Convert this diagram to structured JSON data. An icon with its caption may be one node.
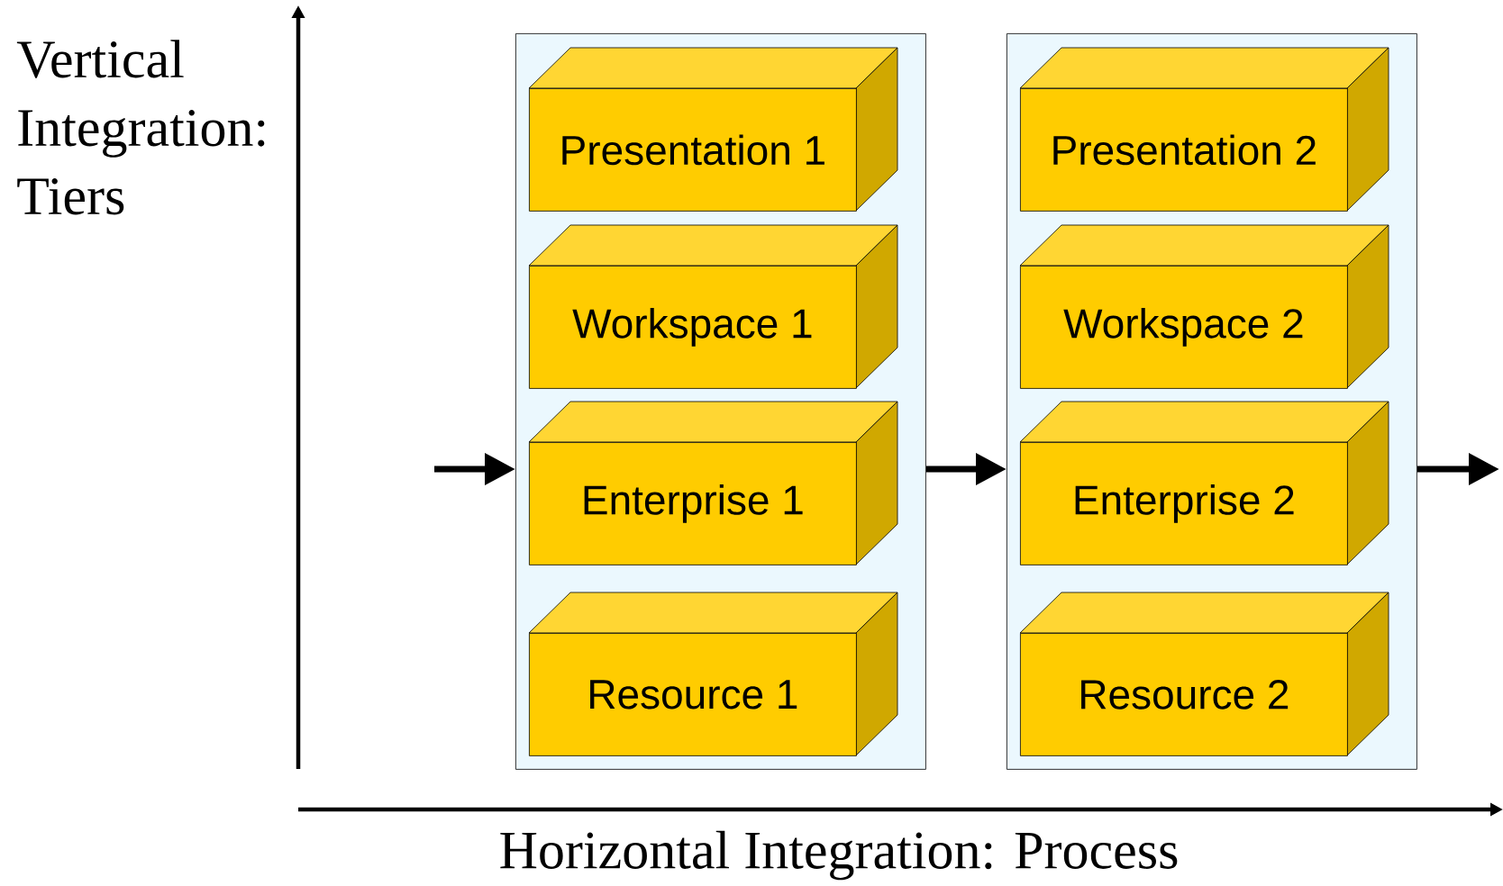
{
  "diagram": {
    "nodes": [
      {
        "text": [],
        "shape": "box"
      },
      {
        "text": [
          "Presentation 1"
        ],
        "in": 0
      },
      {
        "text": [
          "Workspace 1"
        ],
        "in": 0
      },
      {
        "text": [
          "Enterprise 1"
        ],
        "in": 0
      },
      {
        "text": [
          "Resource 1"
        ],
        "in": 0
      },
      {
        "text": [],
        "shape": "box"
      },
      {
        "text": [
          "Presentation 2"
        ],
        "in": 5
      },
      {
        "text": [
          "Workspace 2"
        ],
        "in": 5
      },
      {
        "text": [
          "Enterprise 2"
        ],
        "in": 5
      },
      {
        "text": [
          "Resource 2"
        ],
        "in": 5
      }
    ],
    "edges": [
      {
        "from": null,
        "to": 0,
        "arrow": "to"
      },
      {
        "from": 0,
        "to": 5,
        "arrow": "to"
      },
      {
        "from": 5,
        "to": null,
        "arrow": "to"
      }
    ],
    "labels": [
      "Vertical Integration: Tiers",
      "Horizontal Integration: Process"
    ]
  }
}
